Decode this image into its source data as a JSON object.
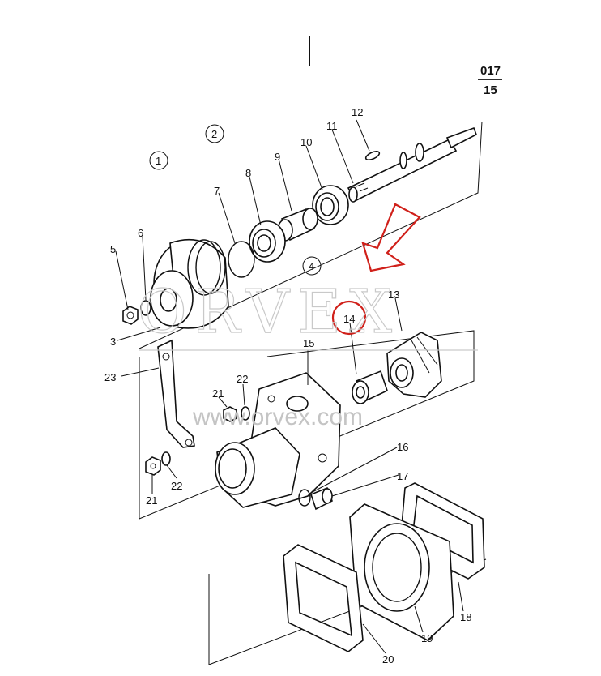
{
  "page_ref": {
    "top": "017",
    "bottom": "15"
  },
  "watermark": {
    "brand": "ORVEX",
    "url": "www.orvex.com"
  },
  "group_labels": [
    "1",
    "2",
    "4"
  ],
  "part_labels": {
    "p3": "3",
    "p5": "5",
    "p6": "6",
    "p7": "7",
    "p8": "8",
    "p9": "9",
    "p10": "10",
    "p11": "11",
    "p12": "12",
    "p13": "13",
    "p14": "14",
    "p15": "15",
    "p16": "16",
    "p17": "17",
    "p18": "18",
    "p19": "19",
    "p20": "20",
    "p21a": "21",
    "p21b": "21",
    "p22a": "22",
    "p22b": "22",
    "p23": "23"
  },
  "highlight": {
    "part": "14",
    "color": "#d0201a"
  },
  "colors": {
    "line": "#111111",
    "watermark": "#c4c4c4",
    "highlight": "#d0201a"
  }
}
